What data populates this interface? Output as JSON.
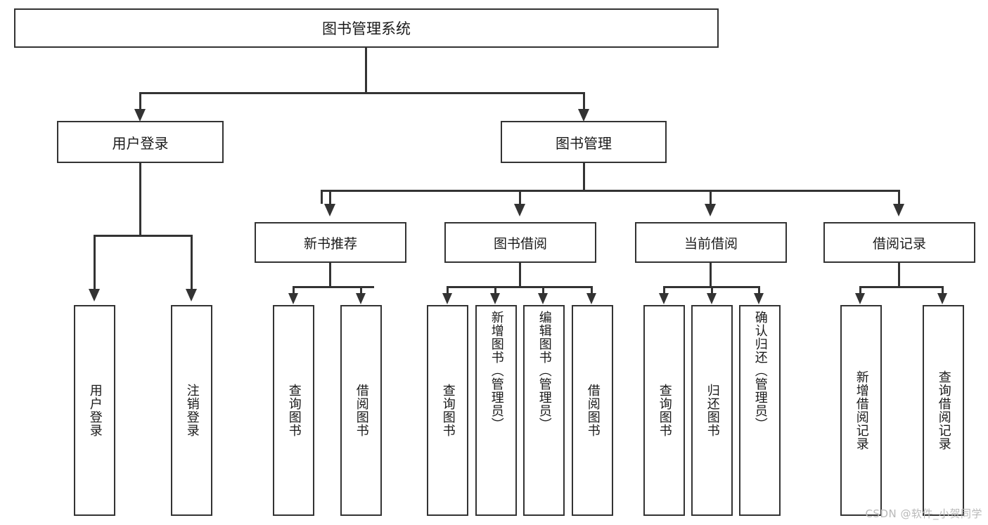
{
  "diagram": {
    "title": "图书管理系统",
    "type": "tree",
    "root": {
      "id": "root",
      "label": "图书管理系统"
    },
    "level1": [
      {
        "id": "user-login",
        "label": "用户登录"
      },
      {
        "id": "book-management",
        "label": "图书管理"
      }
    ],
    "level2": [
      {
        "id": "new-book-recommend",
        "label": "新书推荐",
        "parent": "book-management"
      },
      {
        "id": "book-borrow",
        "label": "图书借阅",
        "parent": "book-management"
      },
      {
        "id": "current-borrow",
        "label": "当前借阅",
        "parent": "book-management"
      },
      {
        "id": "borrow-record",
        "label": "借阅记录",
        "parent": "book-management"
      }
    ],
    "leaves": [
      {
        "id": "leaf-user-login",
        "label": "用户登录",
        "parent": "user-login",
        "align": "center"
      },
      {
        "id": "leaf-user-logout",
        "label": "注销登录",
        "parent": "user-login",
        "align": "center"
      },
      {
        "id": "leaf-query-book-1",
        "label": "查询图书",
        "parent": "new-book-recommend",
        "align": "center"
      },
      {
        "id": "leaf-borrow-book-1",
        "label": "借阅图书",
        "parent": "new-book-recommend",
        "align": "center"
      },
      {
        "id": "leaf-query-book-2",
        "label": "查询图书",
        "parent": "book-borrow",
        "align": "center"
      },
      {
        "id": "leaf-add-book",
        "label": "新增图书（管理员）",
        "parent": "book-borrow",
        "align": "top"
      },
      {
        "id": "leaf-edit-book",
        "label": "编辑图书（管理员）",
        "parent": "book-borrow",
        "align": "top"
      },
      {
        "id": "leaf-borrow-book-2",
        "label": "借阅图书",
        "parent": "book-borrow",
        "align": "center"
      },
      {
        "id": "leaf-query-book-3",
        "label": "查询图书",
        "parent": "current-borrow",
        "align": "center"
      },
      {
        "id": "leaf-return-book",
        "label": "归还图书",
        "parent": "current-borrow",
        "align": "center"
      },
      {
        "id": "leaf-confirm-return",
        "label": "确认归还（管理员）",
        "parent": "current-borrow",
        "align": "top"
      },
      {
        "id": "leaf-add-record",
        "label": "新增借阅记录",
        "parent": "borrow-record",
        "align": "center"
      },
      {
        "id": "leaf-query-record",
        "label": "查询借阅记录",
        "parent": "borrow-record",
        "align": "center"
      }
    ]
  },
  "watermark": {
    "text": "CSDN @软件_小贺同学"
  },
  "colors": {
    "stroke": "#333333",
    "fill": "#ffffff",
    "text": "#1a1a1a",
    "watermark": "#b9b9b9"
  }
}
